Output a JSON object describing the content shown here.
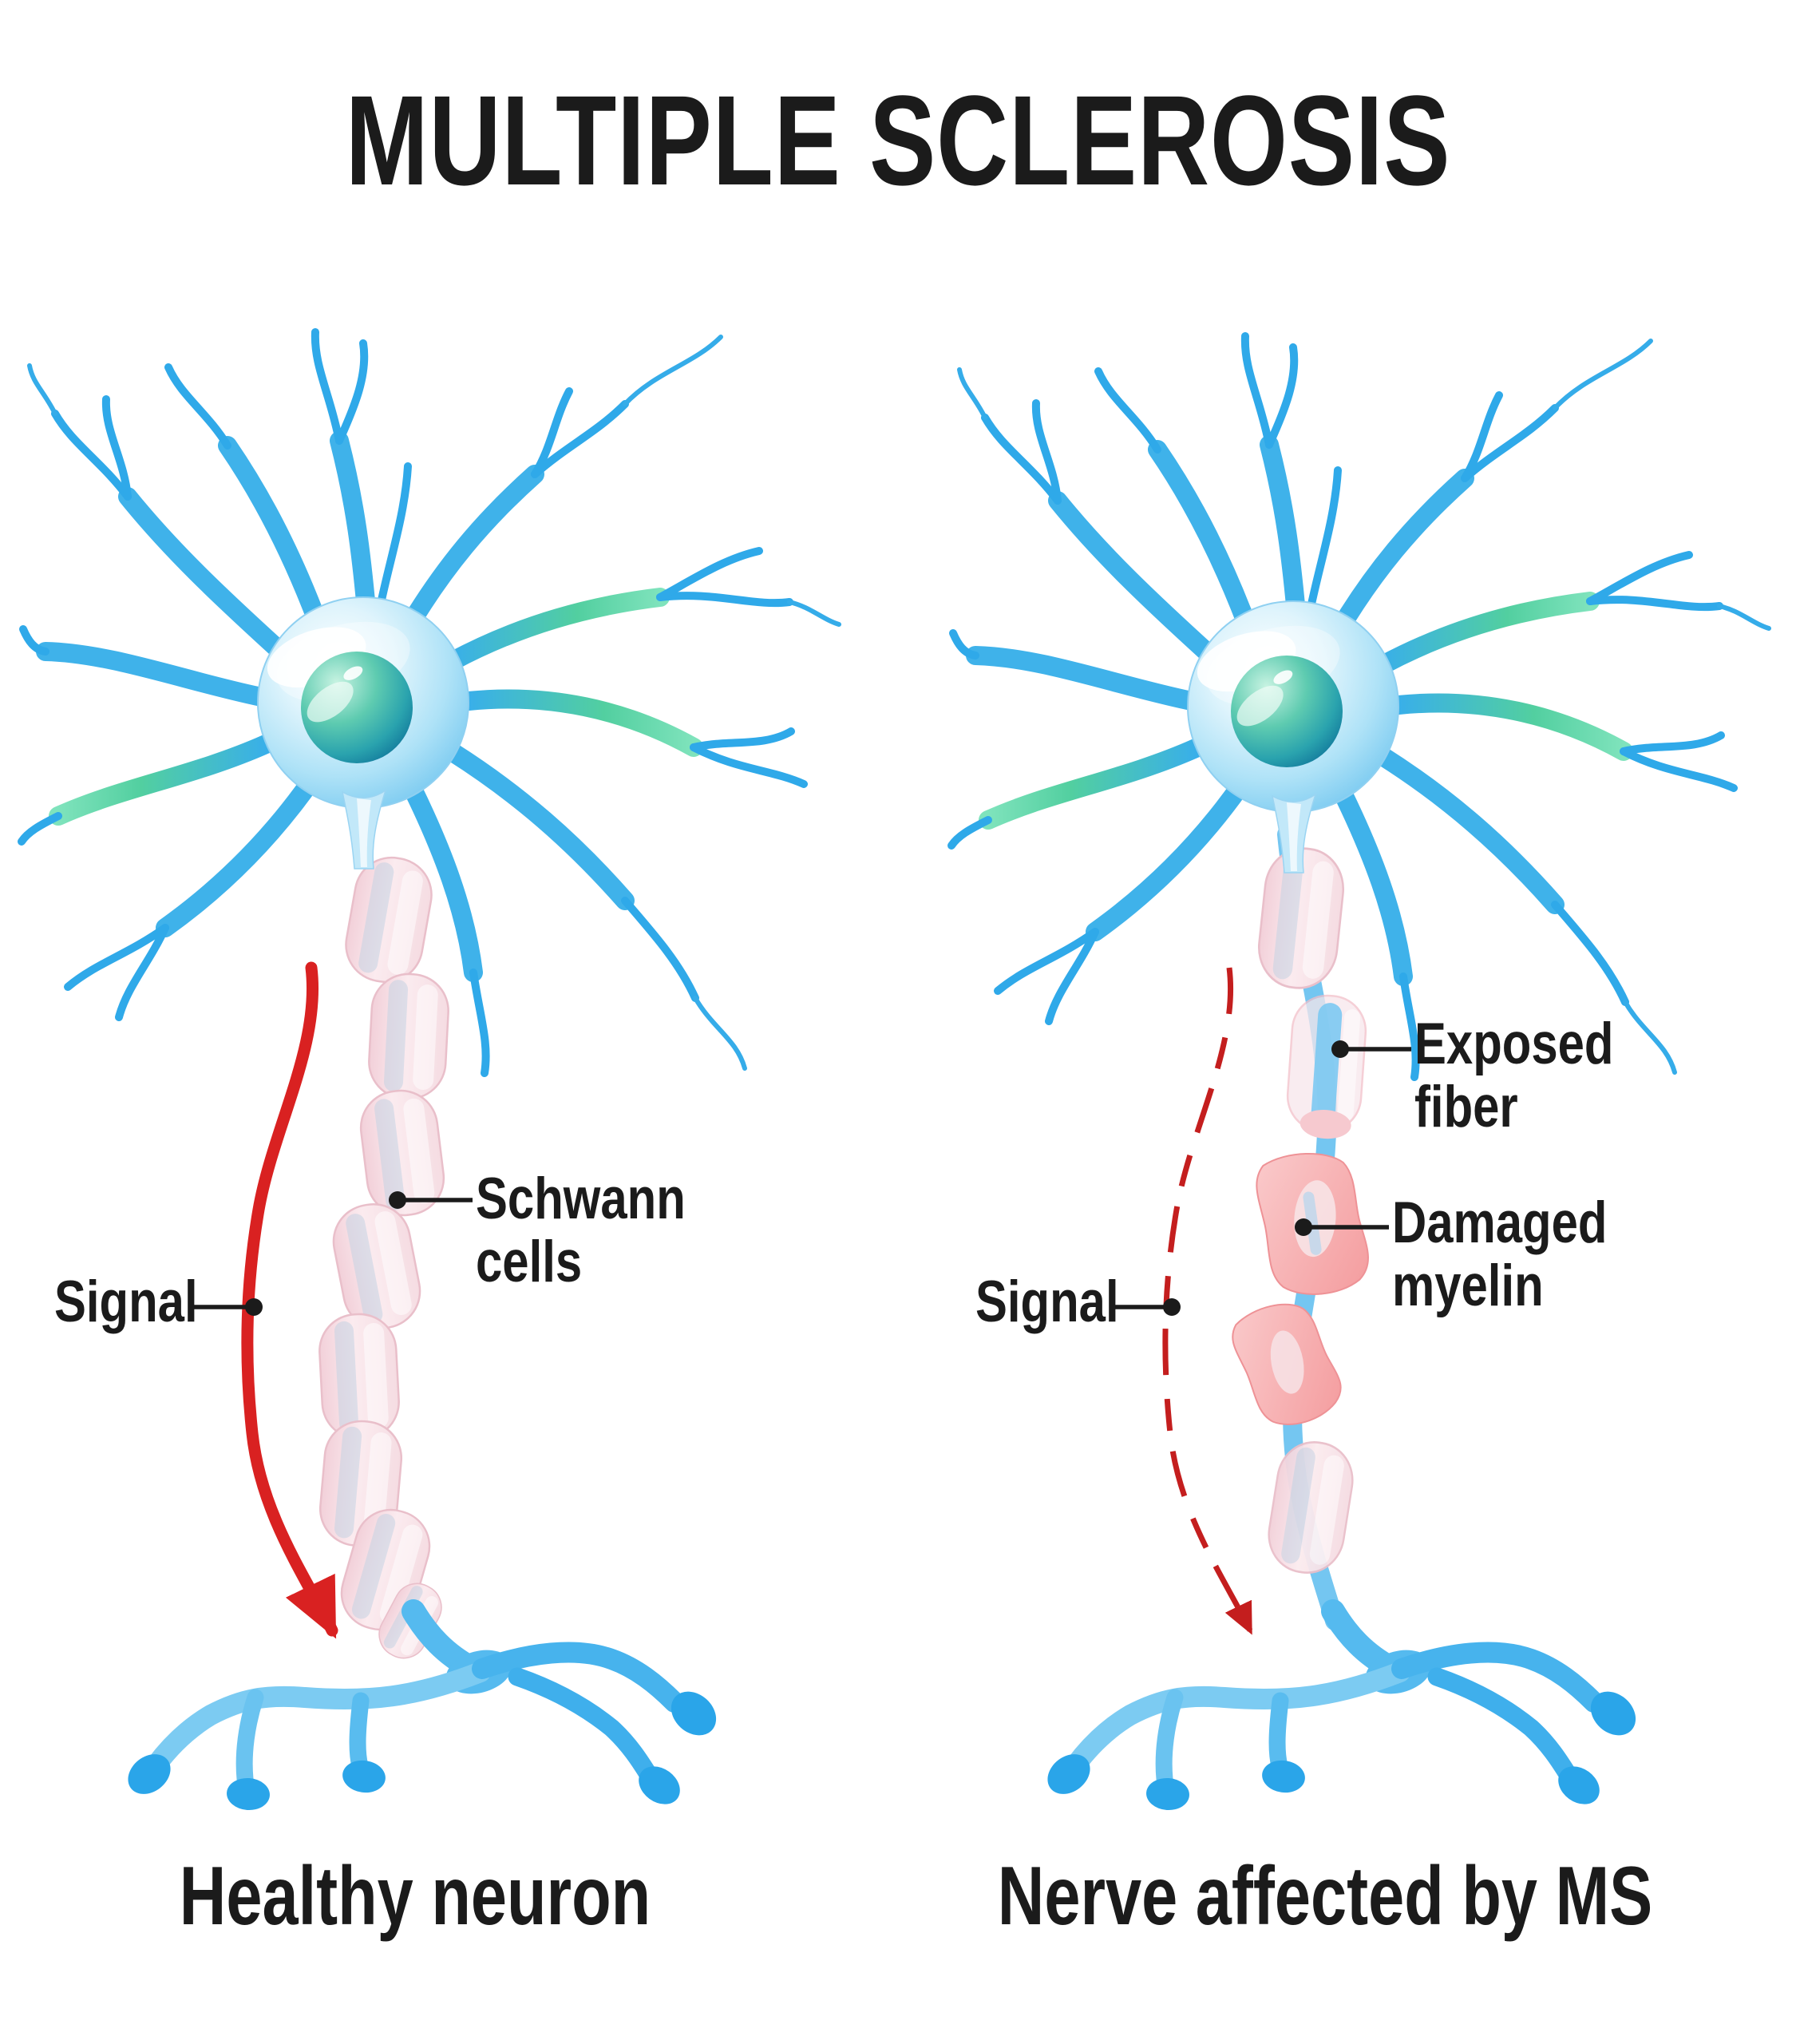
{
  "title": "MULTIPLE SCLEROSIS",
  "panels": {
    "healthy": {
      "caption": "Healthy neuron",
      "labels": {
        "signal": {
          "text": "Signal",
          "lines": [
            "Signal"
          ]
        },
        "schwann": {
          "text": "Schwann cells",
          "lines": [
            "Schwann",
            "cells"
          ]
        }
      }
    },
    "ms": {
      "caption": "Nerve affected by MS",
      "labels": {
        "signal": {
          "text": "Signal",
          "lines": [
            "Signal"
          ]
        },
        "exposed": {
          "text": "Exposed fiber",
          "lines": [
            "Exposed",
            "fiber"
          ]
        },
        "damaged": {
          "text": "Damaged myelin",
          "lines": [
            "Damaged",
            "myelin"
          ]
        }
      }
    }
  },
  "colors": {
    "signal_red": "#D92121",
    "signal_red_dashed": "#C41E1E",
    "label_black": "#1B1B1B",
    "neuron_blue": "#2FA9E9",
    "dendrite_green": "#5BD4A4",
    "soma_blue": "#A9E0F6",
    "nucleus_teal": "#1F8FA6",
    "myelin_pink": "#F8E4E8",
    "myelin_border": "#ECC4CE",
    "damaged_pink": "#F49C9E",
    "exposed_fiber_blue": "#7CC9F2",
    "terminal_blue": "#2AA5E9",
    "background": "#FFFFFF"
  }
}
